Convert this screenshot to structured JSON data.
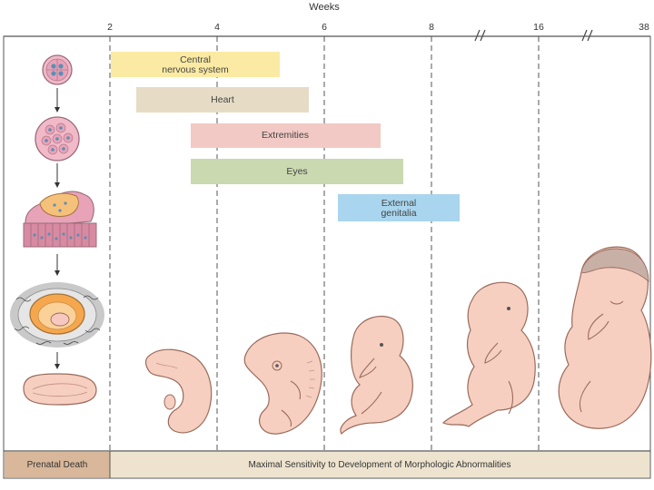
{
  "header": {
    "axis_title": "Weeks",
    "ticks": [
      "2",
      "4",
      "6",
      "8",
      "16",
      "38"
    ]
  },
  "bars": [
    {
      "line1": "Central",
      "line2": "nervous system",
      "color": "#fbeaa3"
    },
    {
      "line1": "Heart",
      "line2": "",
      "color": "#e6dcc6"
    },
    {
      "line1": "Extremities",
      "line2": "",
      "color": "#f2c9c4"
    },
    {
      "line1": "Eyes",
      "line2": "",
      "color": "#cad9b0"
    },
    {
      "line1": "External",
      "line2": "genitalia",
      "color": "#a9d5ee"
    }
  ],
  "footer": {
    "left_label": "Prenatal Death",
    "right_label": "Maximal Sensitivity to Development of Morphologic Abnormalities",
    "left_color": "#d8b79a",
    "right_color": "#eee3cf"
  },
  "colors": {
    "embryo_skin": "#f6cfc0",
    "embryo_outline": "#9a6b5c",
    "cell_pink": "#e8a3b8",
    "nucleus": "#5b8fb5"
  }
}
